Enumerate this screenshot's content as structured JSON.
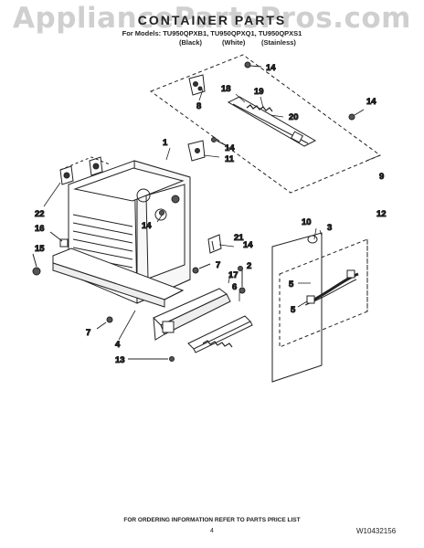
{
  "header": {
    "watermark": "AppliancePartsPros.com",
    "title": "CONTAINER PARTS",
    "models": "For Models: TU950QPXB1, TU950QPXQ1, TU950QPXS1",
    "variants": [
      "(Black)",
      "(White)",
      "(Stainless)"
    ]
  },
  "callouts": {
    "c14a": "14",
    "c8": "8",
    "c18": "18",
    "c19": "19",
    "c20": "20",
    "c14b": "14",
    "c9": "9",
    "c1": "1",
    "c14c": "14",
    "c11": "11",
    "c22": "22",
    "c16": "16",
    "c15": "15",
    "c14d": "14",
    "c21": "21",
    "c10": "10",
    "c3": "3",
    "c12": "12",
    "c14e": "14",
    "c2": "2",
    "c7a": "7",
    "c17": "17",
    "c6": "6",
    "c5a": "5",
    "c5b": "5",
    "c7b": "7",
    "c4": "4",
    "c13": "13"
  },
  "footer": {
    "instruction": "FOR ORDERING INFORMATION REFER TO PARTS PRICE LIST",
    "page_number": "4",
    "document_number": "W10432156"
  }
}
